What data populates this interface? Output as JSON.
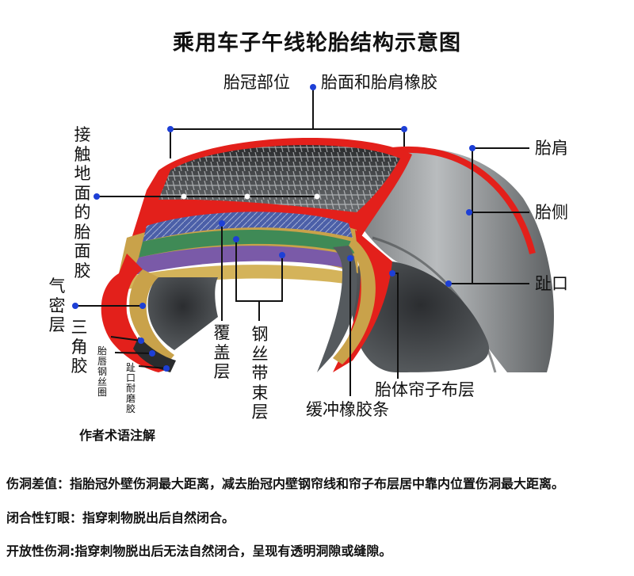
{
  "title": "乘用车子午线轮胎结构示意图",
  "labels": {
    "crown": "胎冠部位",
    "tread_shoulder_rubber": "胎面和胎肩橡胶",
    "contact_tread": "接触地面的胎面胶",
    "shoulder": "胎肩",
    "sidewall": "胎侧",
    "bead_toe": "趾口",
    "inner_liner": "气密层",
    "apex": "三角胶",
    "bead_wire": "胎唇钢丝圈",
    "chafer": "趾口耐磨胶",
    "cap_ply": "覆盖层",
    "steel_belt": "钢丝带束层",
    "carcass_ply": "胎体帘子布层",
    "cushion_strip": "缓冲橡胶条"
  },
  "credit": "作者术语注解",
  "notes": [
    "伤洞差值：指胎冠外壁伤洞最大距离，减去胎冠内壁钢帘线和帘子布层居中靠内位置伤洞最大距离。",
    "闭合性钉眼：指穿刺物脱出后自然闭合。",
    "开放性伤洞:指穿刺物脱出后无法自然闭合，呈现有透明洞隙或缝隙。"
  ],
  "colors": {
    "tread_red": "#e3201b",
    "rubber_gray": "#8a8c8e",
    "pointer_blue": "#1d3fd6",
    "ply_gold": "#c9a24a"
  }
}
